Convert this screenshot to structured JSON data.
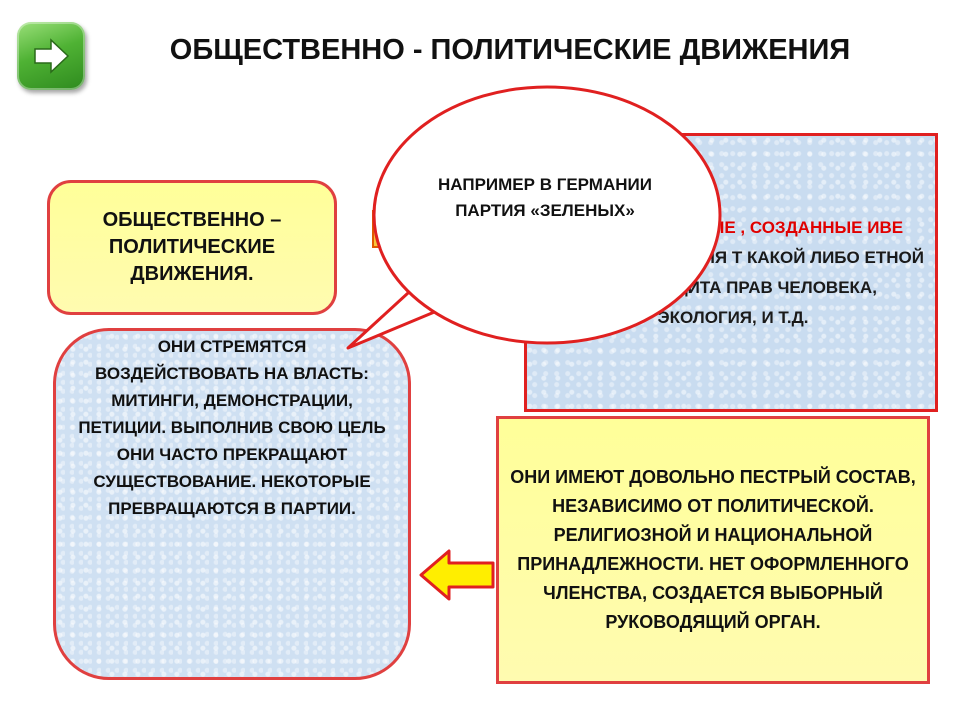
{
  "slide": {
    "title": "ОБЩЕСТВЕННО -  ПОЛИТИЧЕСКИЕ ДВИЖЕНИЯ",
    "nav_icon": "arrow-right-icon",
    "definition_box": "ОБЩЕСТВЕННО – ПОЛИТИЧЕСКИЕ ДВИЖЕНИЯ.",
    "callout": "НАПРИМЕР В ГЕРМАНИИ ПАРТИЯ «ЗЕЛЕНЫХ»",
    "red_box": {
      "red_part": "МАССОВЫЕ ЛЬНЫЕ , СОЗДАННЫЕ ИВЕ  ЛЮДЕЙ",
      "dark_part": "НИКАЮТ ДЛЯ Т  КАКОЙ ЛИБО ЕТНОЙ  ЦЕЛИ: ЗАЩИТА ПРАВ ЧЕЛОВЕКА, ЭКОЛОГИЯ, И Т.Д."
    },
    "blue_box": "ОНИ СТРЕМЯТСЯ ВОЗДЕЙСТВОВАТЬ НА ВЛАСТЬ: МИТИНГИ, ДЕМОНСТРАЦИИ, ПЕТИЦИИ. ВЫПОЛНИВ СВОЮ ЦЕЛЬ ОНИ ЧАСТО ПРЕКРАЩАЮТ СУЩЕСТВОВАНИЕ. НЕКОТОРЫЕ ПРЕВРАЩАЮТСЯ В ПАРТИИ.",
    "yellow_box": "ОНИ ИМЕЮТ ДОВОЛЬНО ПЕСТРЫЙ СОСТАВ, НЕЗАВИСИМО ОТ ПОЛИТИЧЕСКОЙ. РЕЛИГИОЗНОЙ И НАЦИОНАЛЬНОЙ ПРИНАДЛЕЖНОСТИ.  НЕТ ОФОРМЛЕННОГО ЧЛЕНСТВА, СОЗДАЕТСЯ ВЫБОРНЫЙ РУКОВОДЯЩИЙ  ОРГАН.",
    "arrow_icon": "arrow-left-icon"
  },
  "colors": {
    "border_red": "#e04040",
    "text_red": "#e00000",
    "yellow_fill": "#ffff99",
    "blue_fill": "#cfe0f2",
    "nav_green": "#4fb234"
  }
}
